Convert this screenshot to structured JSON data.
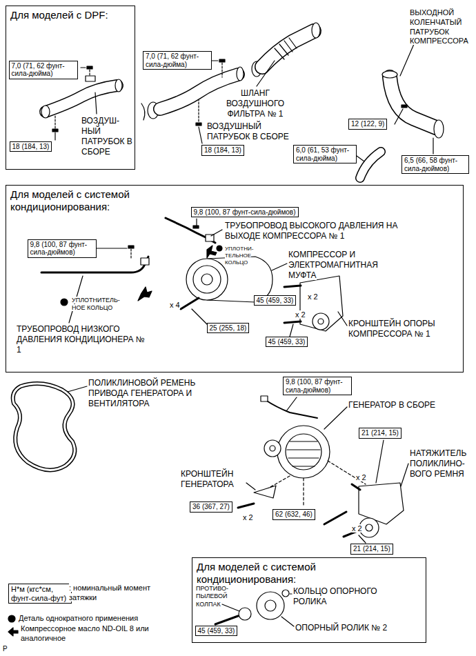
{
  "diagram": {
    "nodes": [
      {
        "text": [
          "Для моделей с DPF:"
        ]
      },
      {
        "text": [
          "7,0 (71, 62 фунт-сила-дюйма)"
        ],
        "in": 0
      },
      {
        "text": [
          "18 (184, 13)"
        ],
        "in": 0
      },
      {
        "text": [
          "7,0 (71, 62 фунт-сила-дюйма)"
        ]
      },
      {
        "text": [
          "18 (184, 13)"
        ]
      },
      {
        "text": [
          "12 (122, 9)"
        ]
      },
      {
        "text": [
          "6,0 (61, 53 фунт-сила-дюйма)"
        ]
      },
      {
        "text": [
          "6,5 (66, 58 фунт-сила-дюймов)"
        ]
      },
      {
        "text": [
          "Для моделей с системой кондиционирования:"
        ]
      },
      {
        "text": [
          "9,8 (100, 87 фунт-сила-дюймов)"
        ],
        "in": 8
      },
      {
        "text": [
          "9,8 (100, 87 фунт-сила-дюймов)"
        ],
        "in": 8
      },
      {
        "text": [
          "45 (459, 33)"
        ],
        "in": 8
      },
      {
        "text": [
          "25 (255, 18)"
        ],
        "in": 8
      },
      {
        "text": [
          "45 (459, 33)"
        ],
        "in": 8
      },
      {
        "text": [
          "9,8 (100, 87 фунт-сила-дюймов)"
        ]
      },
      {
        "text": [
          "21 (214, 15)"
        ]
      },
      {
        "text": [
          "36 (367, 27)"
        ]
      },
      {
        "text": [
          "62 (632, 46)"
        ]
      },
      {
        "text": [
          "21 (214, 15)"
        ]
      },
      {
        "text": [
          "Для моделей с системой кондиционирования:"
        ]
      },
      {
        "text": [
          "45 (459, 33)"
        ],
        "in": 19
      },
      {
        "text": [
          "Н*м (кгс*см, фунт-сила-фут)"
        ]
      }
    ],
    "labels": [
      "ВОЗДУШ- НЫЙ ПАТРУБОК В СБОРЕ",
      "ШЛАНГ ВОЗДУШНОГО ФИЛЬТРА № 1",
      "ВОЗДУШНЫЙ ПАТРУБОК В СБОРЕ",
      "ВЫХОДНОЙ КОЛЕНЧАТЫЙ ПАТРУБОК КОМПРЕССОРА",
      "ТРУБОПРОВОД ВЫСОКОГО ДАВЛЕНИЯ НА ВЫХОДЕ КОМПРЕССОРА № 1",
      "УПЛОТНИ- ТЕЛЬНОЕ КОЛЬЦО",
      "КОМПРЕССОР И ЭЛЕКТРОМАГНИТНАЯ МУФТА",
      "x 2",
      "КРОНШТЕЙН ОПОРЫ КОМПРЕССОРА № 1",
      "x 2",
      "x 4",
      "УПЛОТНИТЕЛЬ- НОЕ КОЛЬЦО",
      "ТРУБОПРОВОД НИЗКОГО ДАВЛЕНИЯ КОНДИЦИОНЕРА № 1",
      "ПОЛИКЛИНОВОЙ РЕМЕНЬ ПРИВОДА ГЕНЕРАТОРА И ВЕНТИЛЯТОРА",
      "ГЕНЕРАТОР В СБОРЕ",
      "НАТЯЖИТЕЛЬ ПОЛИКЛИНО- ВОГО РЕМНЯ",
      "x 2",
      "КРОНШТЕЙН ГЕНЕРАТОРА",
      "x 2",
      "x 2",
      "ПРОТИВО- ПЫЛЕВОЙ КОЛПАК",
      "КОЛЬЦО ОПОРНОГО РОЛИКА",
      "ОПОРНЫЙ РОЛИК № 2",
      "P"
    ],
    "legend": [
      {
        "text": ": номинальный момент затяжки"
      },
      {
        "text": "Деталь однократного применения"
      },
      {
        "text": "Компрессорное масло ND-OIL 8 или аналогичное"
      }
    ]
  }
}
